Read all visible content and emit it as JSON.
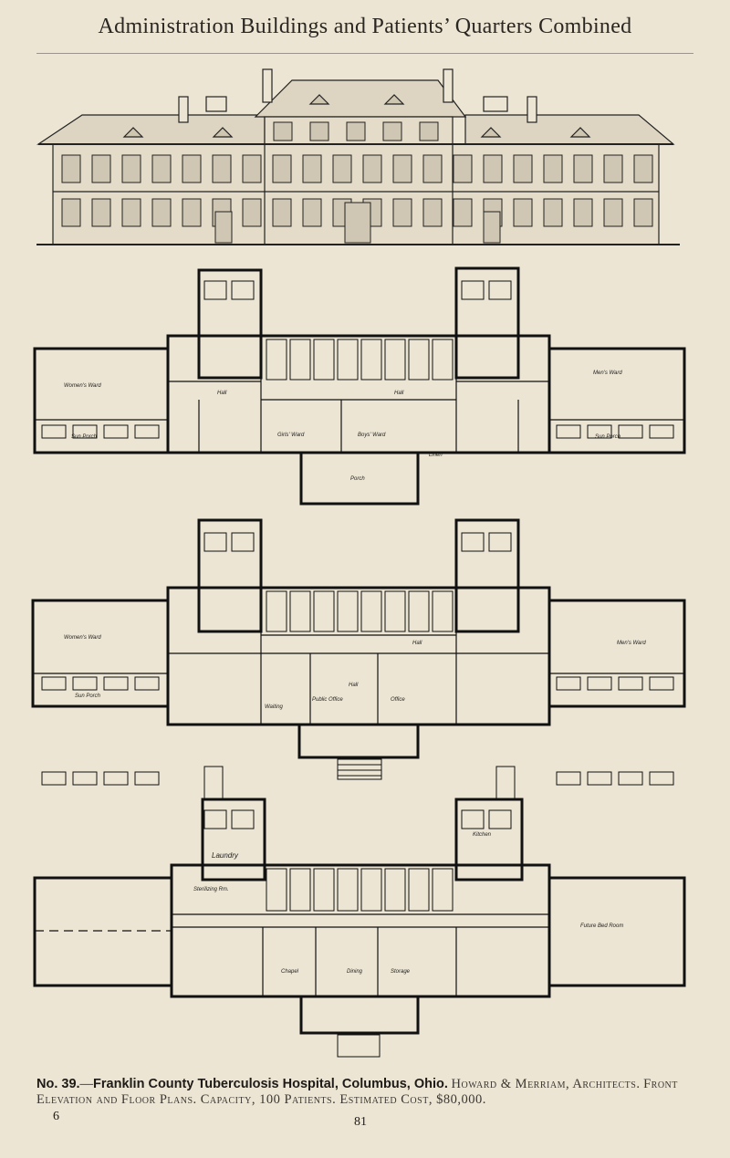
{
  "header": {
    "title": "Administration Buildings and Patients’ Quarters Combined"
  },
  "plans": {
    "second_floor": {
      "labels": [
        "Women's Ward",
        "Men's Ward",
        "Sun Porch",
        "Sun Porch",
        "Girls' Ward",
        "Boys' Ward",
        "Hall",
        "Hall",
        "Porch",
        "Linen"
      ]
    },
    "first_floor": {
      "labels": [
        "Women's Ward",
        "Men's Ward",
        "Sun Porch",
        "Hall",
        "Public Office",
        "Hall",
        "Office",
        "Waiting"
      ]
    },
    "basement": {
      "labels": [
        "Laundry",
        "Kitchen",
        "Sterilizing Rm.",
        "Future Bed Room",
        "Chapel",
        "Dining",
        "Storage"
      ]
    }
  },
  "caption": {
    "number": "No. 39.",
    "name": "Franklin County Tuberculosis Hospital, Columbus, Ohio.",
    "authors": "Howard & Merriam, Architects.",
    "details": "Front Elevation and Floor Plans. Capacity, 100 Patients. Estimated Cost, $80,000."
  },
  "page": {
    "left_number": "6",
    "center_number": "81"
  }
}
